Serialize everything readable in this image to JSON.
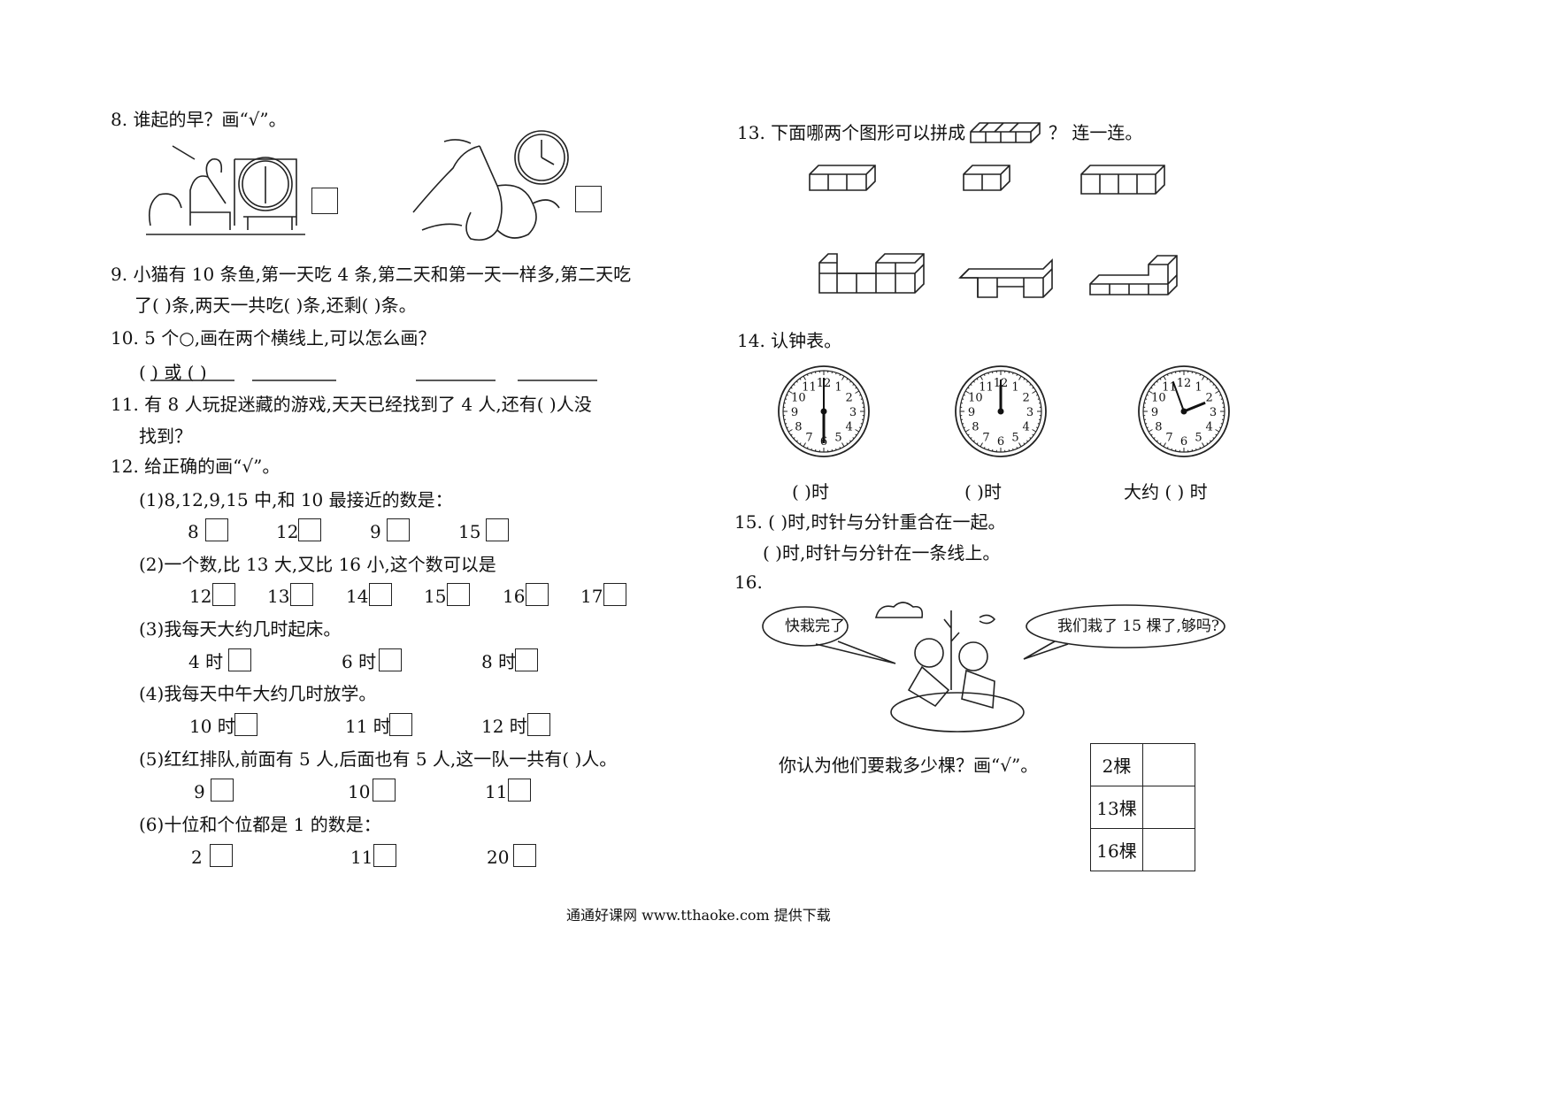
{
  "q8": {
    "text": "8. 谁起的早？画“√”。"
  },
  "q9": {
    "line1": "9. 小猫有 10 条鱼,第一天吃 4 条,第二天和第一天一样多,第二天吃",
    "line2": "了(          )条,两天一共吃(          )条,还剩(          )条。"
  },
  "q10": {
    "text": "10. 5 个○,画在两个横线上,可以怎么画？",
    "answer_line": "(                                     )   或   (                                   )"
  },
  "q11": {
    "line1": "11. 有 8 人玩捉迷藏的游戏,天天已经找到了 4 人,还有(          )人没",
    "line2": "找到？"
  },
  "q12": {
    "title": "12. 给正确的画“√”。",
    "sub1": {
      "text": "(1)8,12,9,15 中,和 10 最接近的数是：",
      "options": [
        "8",
        "12",
        "9",
        "15"
      ]
    },
    "sub2": {
      "text": "(2)一个数,比 13 大,又比 16 小,这个数可以是",
      "options": [
        "12",
        "13",
        "14",
        "15",
        "16",
        "17"
      ]
    },
    "sub3": {
      "text": "(3)我每天大约几时起床。",
      "options": [
        "4 时",
        "6 时",
        "8 时"
      ]
    },
    "sub4": {
      "text": "(4)我每天中午大约几时放学。",
      "options": [
        "10 时",
        "11 时",
        "12 时"
      ]
    },
    "sub5": {
      "text": "(5)红红排队,前面有 5 人,后面也有 5 人,这一队一共有(      )人。",
      "options": [
        "9",
        "10",
        "11"
      ]
    },
    "sub6": {
      "text": "(6)十位和个位都是 1 的数是：",
      "options": [
        "2",
        "11",
        "20"
      ]
    }
  },
  "q13": {
    "text_a": "13. 下面哪两个图形可以拼成",
    "text_b": "？ 连一连。"
  },
  "q14": {
    "text": "14. 认钟表。",
    "labels": [
      "(       )时",
      "(       )时",
      "大约 (       ) 时"
    ],
    "clock_numbers": [
      "12",
      "1",
      "2",
      "3",
      "4",
      "5",
      "6",
      "7",
      "8",
      "9",
      "10",
      "11"
    ]
  },
  "q15": {
    "line1": "15. (          )时,时针与分针重合在一起。",
    "line2": "(          )时,时针与分针在一条线上。"
  },
  "q16": {
    "num": "16.",
    "bubble_left": "快栽完了",
    "bubble_right": "我们栽了 15 棵了,够吗?",
    "question": "你认为他们要栽多少棵？画“√”。",
    "table_rows": [
      "2棵",
      "13棵",
      "16棵"
    ]
  },
  "footer": {
    "text": "通通好课网  www.tthaoke.com  提供下载"
  }
}
